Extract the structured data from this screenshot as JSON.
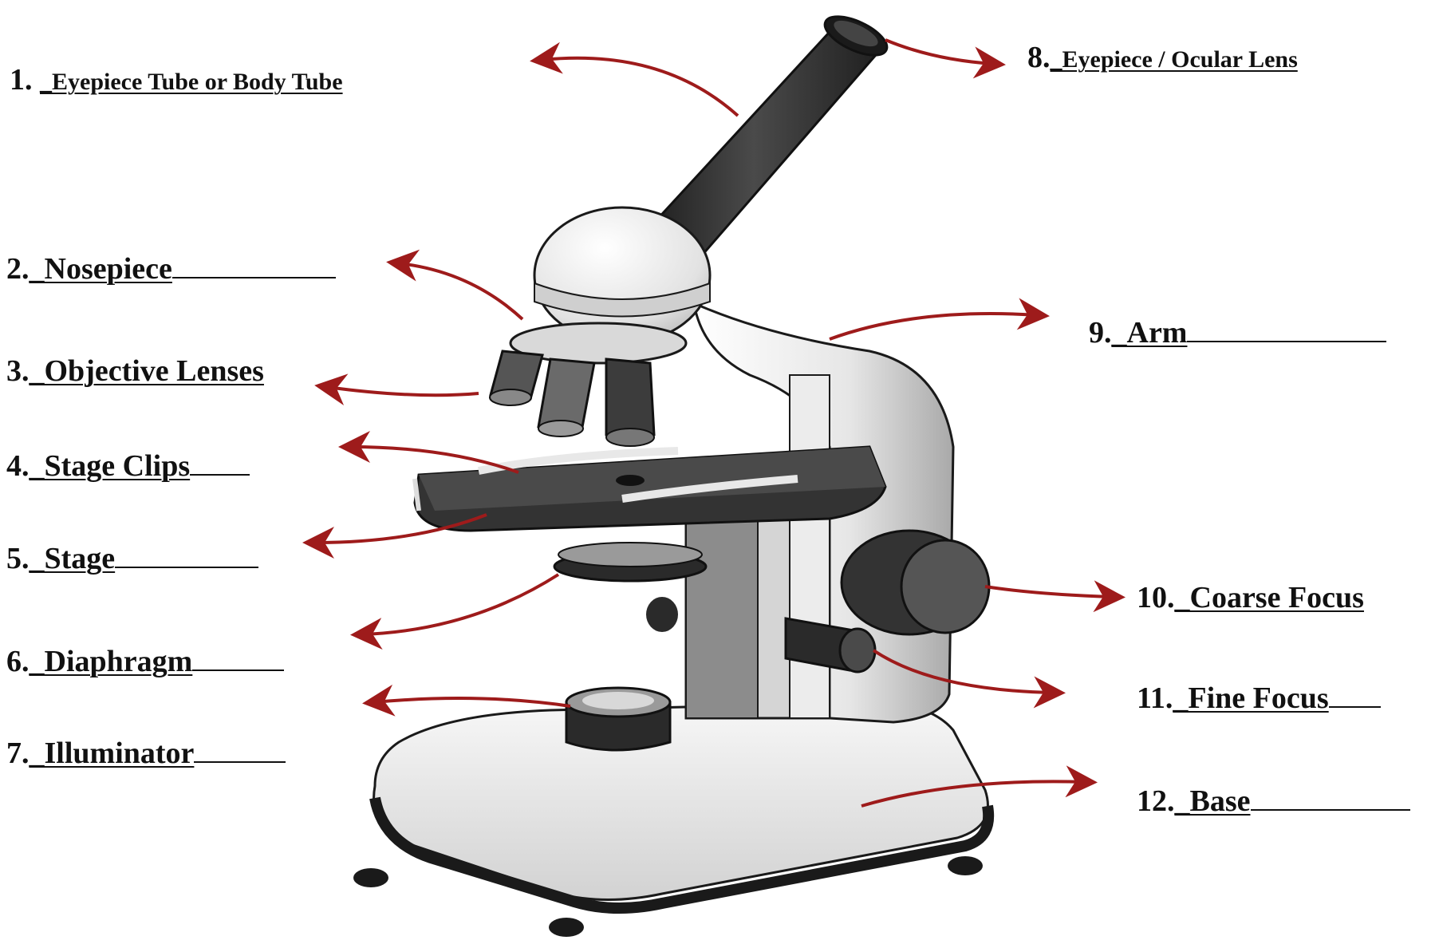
{
  "colors": {
    "arrow": "#9e1b1b",
    "outline": "#1a1a1a",
    "body_light": "#e9e9e9",
    "body_dark": "#3a3a3a",
    "tube": "#2b2b2b"
  },
  "labels": [
    {
      "number": "1.",
      "answer": "_Eyepiece Tube or Body Tube"
    },
    {
      "number": "2.",
      "answer": "_Nosepiece"
    },
    {
      "number": "3.",
      "answer": "_Objective Lenses"
    },
    {
      "number": "4.",
      "answer": "_Stage Clips"
    },
    {
      "number": "5.",
      "answer": "_Stage"
    },
    {
      "number": "6.",
      "answer": "_Diaphragm"
    },
    {
      "number": "7.",
      "answer": "_Illuminator"
    },
    {
      "number": "8.",
      "answer": "_Eyepiece / Ocular Lens"
    },
    {
      "number": "9.",
      "answer": "_Arm"
    },
    {
      "number": "10.",
      "answer": "_Coarse Focus"
    },
    {
      "number": "11.",
      "answer": "_Fine Focus"
    },
    {
      "number": "12.",
      "answer": "_Base"
    }
  ]
}
